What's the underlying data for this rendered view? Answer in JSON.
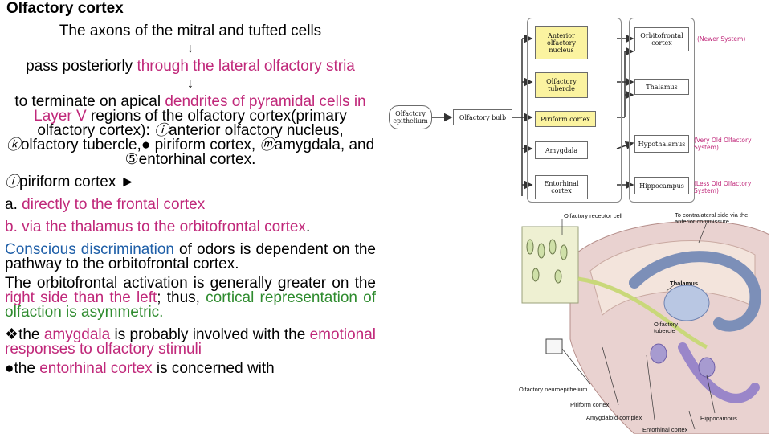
{
  "text": {
    "title": "Olfactory cortex",
    "line1": "The axons of the mitral and tufted cells",
    "arrow": "↓",
    "line2_plain": "pass posteriorly ",
    "line2_colored": "through the lateral olfactory stria",
    "line3_plain": "to terminate on apical ",
    "line3_colored": "dendrites of pyramidal cells in Layer V",
    "line3_rest": " regions of the olfactory cortex(primary olfactory cortex): ",
    "sym1": "ⓘ",
    "item1": "anterior olfactory nucleus, ",
    "sym2": "ⓚ",
    "item2": "olfactory tubercle,",
    "sym3": "●",
    "item3": " piriform cortex, ",
    "sym4": "ⓜ",
    "item4": "amygdala, and ",
    "sym5": "⑤",
    "item5": "entorhinal cortex.",
    "sym6": "ⓘ",
    "piriform": "piriform cortex ►",
    "a_prefix": "a. ",
    "a_text": "directly to the frontal cortex",
    "b_text": "b. via the thalamus to the orbitofrontal cortex",
    "b_end": ".",
    "c_colored": "Conscious discrimination",
    "c_rest": " of odors is dependent on the pathway to the orbitofrontal cortex.",
    "d1": "The orbitofrontal activation is generally greater on the ",
    "d_colored": "right side than the left",
    "d2": "; thus, ",
    "d_green": "cortical representation of olfaction is asymmetric.",
    "e_sym": "❖",
    "e1": "the ",
    "e_colored": "amygdala",
    "e2": " is probably involved with the ",
    "e_green": "emotional responses to olfactory stimuli",
    "f_sym": "●",
    "f1": "the ",
    "f_colored": "entorhinal cortex",
    "f2": " is concerned with"
  },
  "diagram": {
    "olfactory_epithelium": "Olfactory epithelium",
    "olfactory_bulb": "Olfactory bulb",
    "anterior_olfactory_nucleus": "Anterior olfactory nucleus",
    "olfactory_tubercle": "Olfactory tubercle",
    "piriform_cortex": "Piriform cortex",
    "amygdala": "Amygdala",
    "entorhinal_cortex": "Entorhinal cortex",
    "orbitofrontal_cortex": "Orbitofrontal cortex",
    "thalamus": "Thalamus",
    "hypothalamus": "Hypothalamus",
    "hippocampus": "Hippocampus",
    "note_newer": "(Newer System)",
    "note_very_old": "(Very Old Olfactory System)",
    "note_less_old": "(Less Old Olfactory System)",
    "colors": {
      "highlight_box": "#fbf3a0",
      "note": "#c0287a"
    }
  },
  "anatomy": {
    "olfactory_receptor_cell": "Olfactory receptor cell",
    "contralateral": "To contralateral side via the anterior commissure",
    "thalamus": "Thalamus",
    "olfactory_tubercle": "Olfactory tubercle",
    "olfactory_neuroepithelium": "Olfactory neuroepithelium",
    "piriform_cortex": "Piriform cortex",
    "amygdaloid_complex": "Amygdaloid complex",
    "entorhinal_cortex": "Entorhinal cortex",
    "hippocampus": "Hippocampus"
  }
}
